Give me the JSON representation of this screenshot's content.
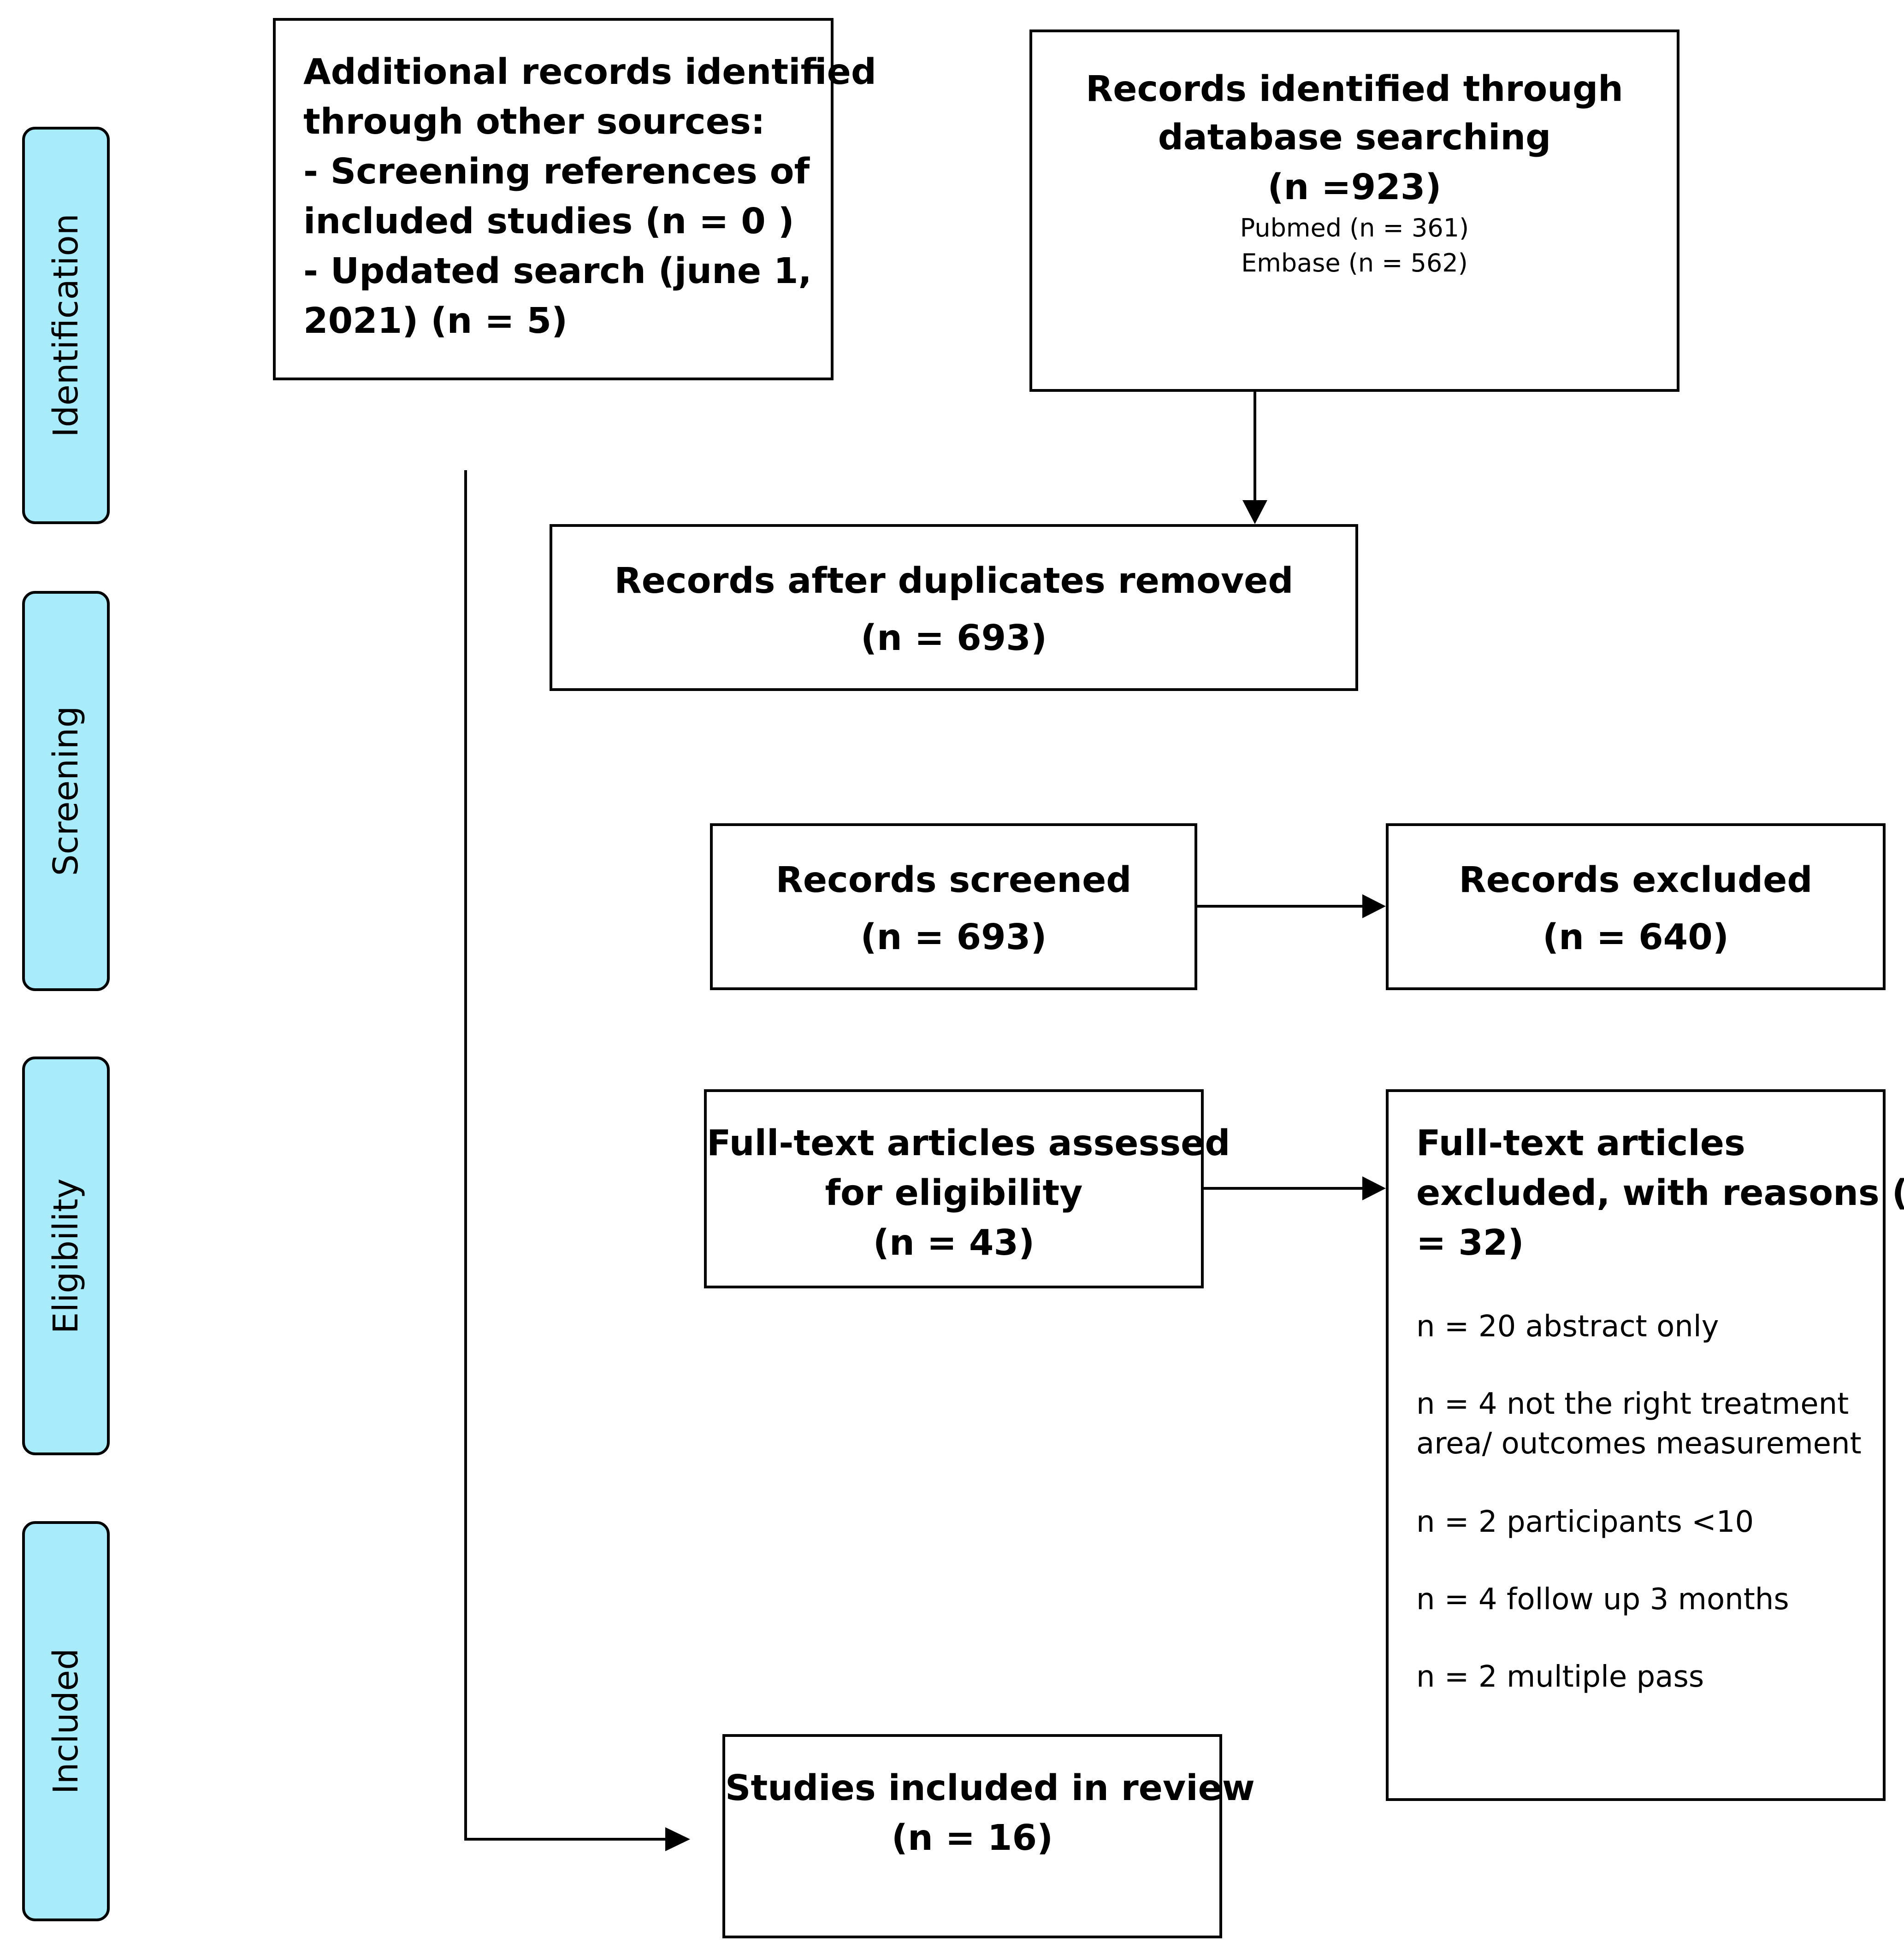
{
  "phases": {
    "identification": "Identification",
    "screening": "Screening",
    "eligibility": "Eligibility",
    "included": "Included"
  },
  "boxes": {
    "additional": {
      "lines": [
        "Additional records identified",
        "through other sources:",
        "- Screening references of",
        "included studies (n =  0 )",
        "- Updated search (june 1,",
        "2021) (n = 5)"
      ]
    },
    "database": {
      "title_line1": "Records identified through",
      "title_line2": "database searching",
      "count": "(n =923)",
      "sub": [
        "Pubmed (n = 361)",
        "Embase (n = 562)"
      ]
    },
    "duplicates": {
      "title": "Records after duplicates removed",
      "count": "(n =  693)"
    },
    "screened": {
      "title": "Records screened",
      "count": "(n = 693)"
    },
    "excluded": {
      "title": "Records excluded",
      "count": "(n = 640)"
    },
    "fulltext": {
      "title_line1": "Full-text articles assessed",
      "title_line2": "for eligibility",
      "count": "(n = 43)"
    },
    "fulltext_excluded": {
      "title_lines": [
        "Full-text articles",
        "excluded, with reasons (n",
        "=  32)"
      ],
      "reasons": [
        [
          "n = 20 abstract only"
        ],
        [
          "n = 4 not the right treatment",
          "area/ outcomes measurement"
        ],
        [
          "n = 2 participants <10"
        ],
        [
          "n = 4 follow up  3 months"
        ],
        [
          "n = 2 multiple pass"
        ]
      ]
    },
    "included": {
      "title": "Studies included in review",
      "count": "(n = 16)"
    }
  }
}
